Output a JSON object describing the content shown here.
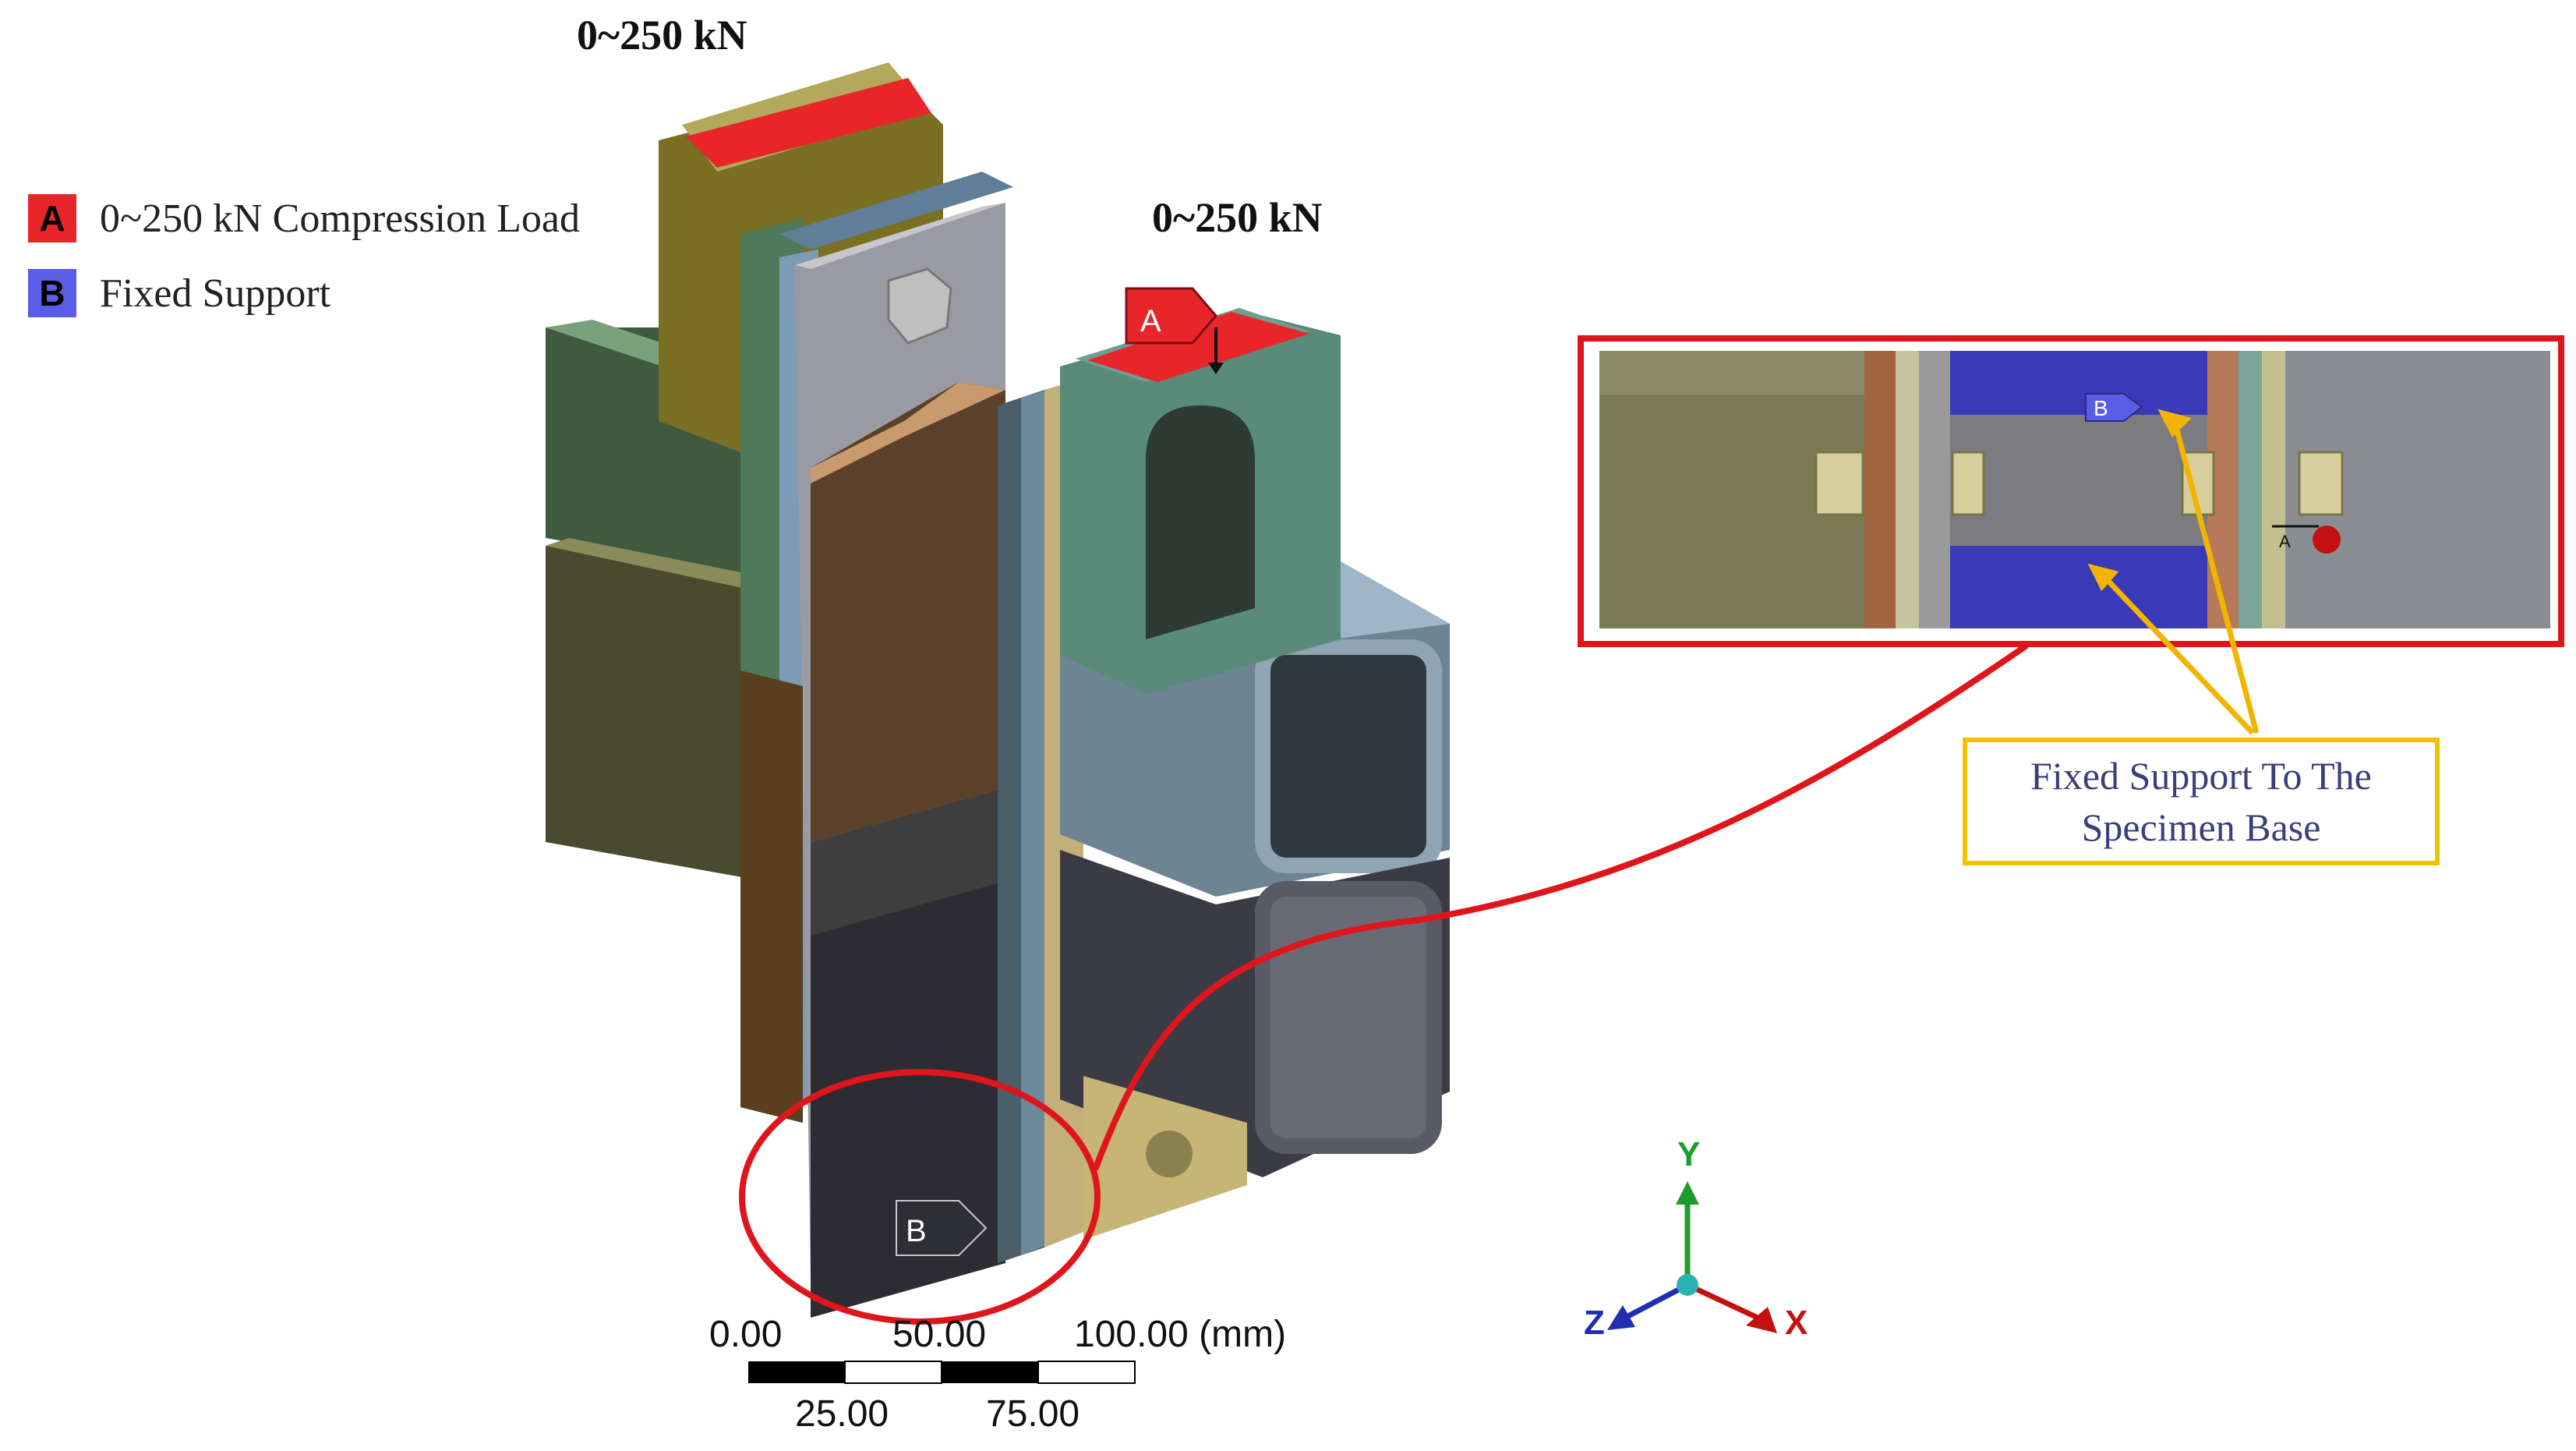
{
  "loads": {
    "left_title": "0~250 kN",
    "right_title": "0~250 kN"
  },
  "legend": [
    {
      "letter": "A",
      "label": "0~250 kN Compression Load",
      "color": "#e8262a"
    },
    {
      "letter": "B",
      "label": "Fixed Support",
      "color": "#5a5ee6"
    }
  ],
  "markers": {
    "load_marker": "A",
    "support_marker": "B",
    "inset_support_marker": "B",
    "inset_load_marker": "A"
  },
  "callout": {
    "line1": "Fixed Support To The",
    "line2": "Specimen Base"
  },
  "scale_bar": {
    "top_labels": [
      "0.00",
      "50.00",
      "100.00 (mm)"
    ],
    "bottom_labels": [
      "25.00",
      "75.00"
    ]
  },
  "axes": {
    "y": "Y",
    "z": "Z",
    "x": "X"
  },
  "colors": {
    "load": "#e8262a",
    "support": "#3f3fb0",
    "highlight": "#e0151b",
    "callout_border": "#f2c200"
  }
}
